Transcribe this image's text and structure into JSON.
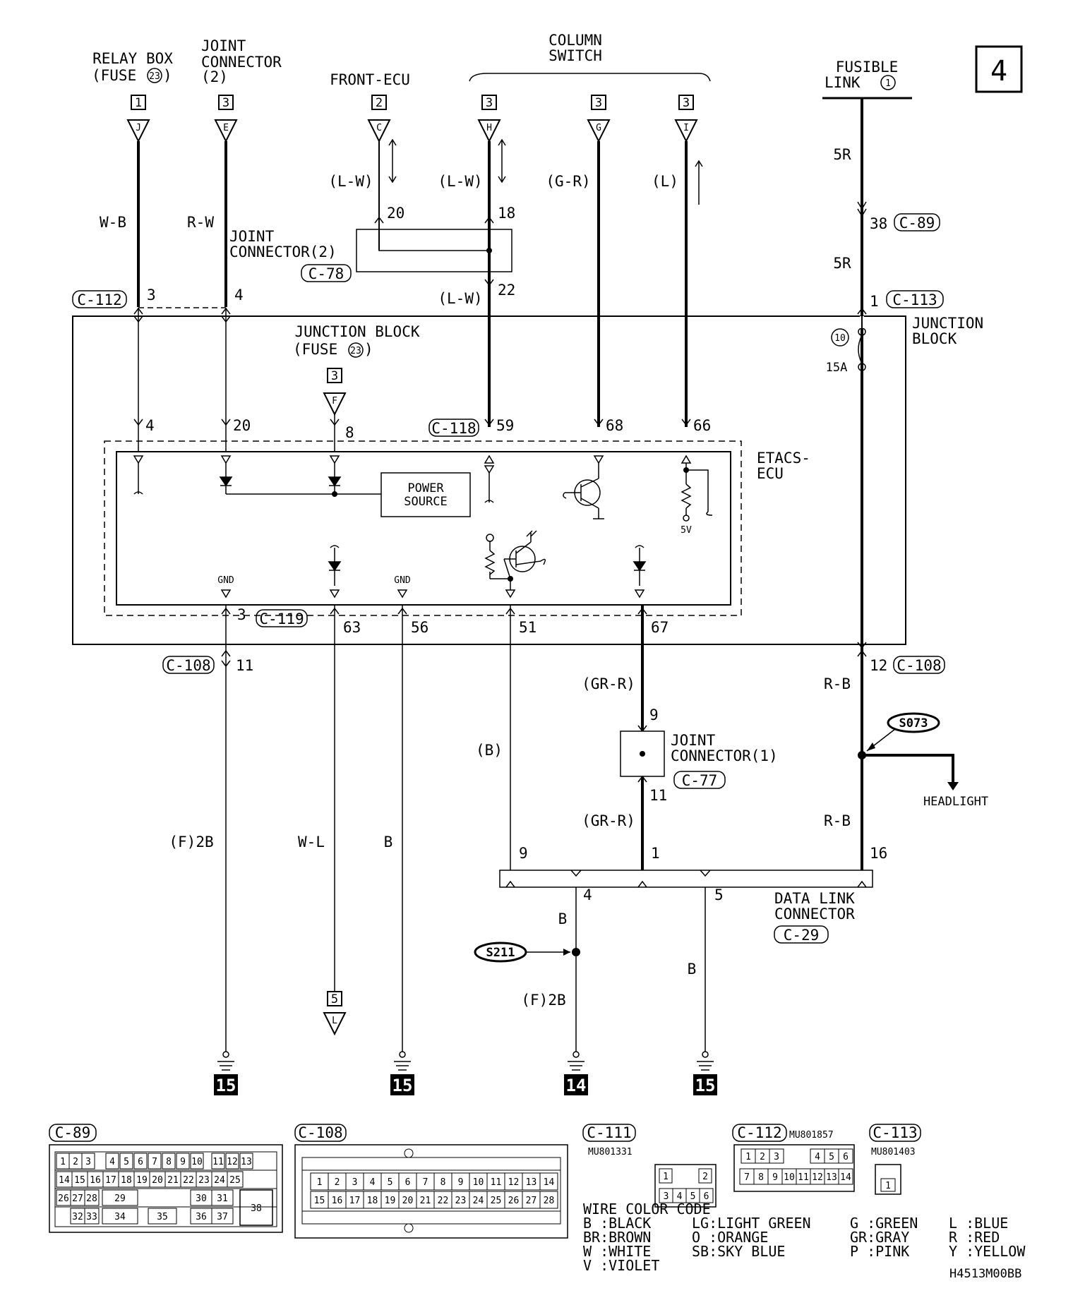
{
  "page_number": "4",
  "diagram_code": "H4513M00BB",
  "top": {
    "relay_box": {
      "line1": "RELAY BOX",
      "line2": "(FUSE",
      "fuse": "23",
      "close": ")",
      "box": "1",
      "letter": "J"
    },
    "joint_connector": {
      "line1": "JOINT",
      "line2": "CONNECTOR",
      "line3": "(2)",
      "box": "3",
      "letter": "E"
    },
    "front_ecu": {
      "label": "FRONT-ECU",
      "box": "2",
      "letter": "C"
    },
    "column_switch": {
      "line1": "COLUMN",
      "line2": "SWITCH",
      "boxes": [
        "3",
        "3",
        "3"
      ],
      "letters": [
        "H",
        "G",
        "I"
      ]
    },
    "fusible_link": {
      "line1": "FUSIBLE",
      "line2": "LINK",
      "num": "1"
    }
  },
  "wires": {
    "wb": "W-B",
    "rw": "R-W",
    "lw1": "(L-W)",
    "lw2": "(L-W)",
    "lw3": "(L-W)",
    "gr": "(G-R)",
    "l": "(L)",
    "r5a": "5R",
    "r5b": "5R",
    "grr1": "(GR-R)",
    "grr2": "(GR-R)",
    "b_paren": "(B)",
    "rb1": "R-B",
    "rb2": "R-B",
    "f2b1": "(F)2B",
    "wl": "W-L",
    "b1": "B",
    "b2": "B",
    "f2b2": "(F)2B",
    "b3": "B"
  },
  "pins": {
    "p3a": "3",
    "p4a": "4",
    "p20a": "20",
    "p18a": "18",
    "p22": "22",
    "p38": "38",
    "p1a": "1",
    "p4b": "4",
    "p20b": "20",
    "p8": "8",
    "p59": "59",
    "p68": "68",
    "p66": "66",
    "p3b": "3",
    "p63": "63",
    "p56": "56",
    "p51": "51",
    "p67": "67",
    "p11a": "11",
    "p12": "12",
    "p9a": "9",
    "p11b": "11",
    "p9b": "9",
    "p1b": "1",
    "p16": "16",
    "p4c": "4",
    "p5": "5"
  },
  "connectors": {
    "c89": "C-89",
    "c112": "C-112",
    "c113": "C-113",
    "c78": "C-78",
    "c118": "C-118",
    "c119": "C-119",
    "c108a": "C-108",
    "c108b": "C-108",
    "c77": "C-77",
    "c29": "C-29"
  },
  "labels": {
    "joint_connector_2_l1": "JOINT",
    "joint_connector_2_l2": "CONNECTOR(2)",
    "jb_center_l1": "JUNCTION BLOCK",
    "jb_center_l2": "(FUSE",
    "jb_center_fuse": "23",
    "jb_center_close": ")",
    "jb_center_box": "3",
    "jb_center_letter": "F",
    "jb_right_l1": "JUNCTION",
    "jb_right_l2": "BLOCK",
    "fuse_num": "10",
    "fuse_amp": "15A",
    "etacs_l1": "ETACS-",
    "etacs_l2": "ECU",
    "power_l1": "POWER",
    "power_l2": "SOURCE",
    "gnd1": "GND",
    "gnd2": "GND",
    "v5": "5V",
    "joint1_l1": "JOINT",
    "joint1_l2": "CONNECTOR(1)",
    "s073": "S073",
    "s211": "S211",
    "headlight": "HEADLIGHT",
    "dlc_l1": "DATA LINK",
    "dlc_l2": "CONNECTOR",
    "ground_15": "15",
    "ground_14": "14",
    "ref_box": "5",
    "ref_letter": "L"
  },
  "bottom": {
    "c89_title": "C-89",
    "c108_title": "C-108",
    "c111_title": "C-111",
    "c112_title": "C-112",
    "c113_title": "C-113",
    "c111_part": "MU801331",
    "c112_part": "MU801857",
    "c113_part": "MU801403",
    "c89_row1": [
      "1",
      "2",
      "3",
      "4",
      "5",
      "6",
      "7",
      "8",
      "9",
      "10",
      "11",
      "12",
      "13"
    ],
    "c89_row2": [
      "14",
      "15",
      "16",
      "17",
      "18",
      "19",
      "20",
      "21",
      "22",
      "23",
      "24",
      "25"
    ],
    "c89_row3": [
      "26",
      "27",
      "28",
      "29",
      "30",
      "31",
      "38"
    ],
    "c89_row4": [
      "32",
      "33",
      "34",
      "35",
      "36",
      "37"
    ],
    "c108_row1": [
      "1",
      "2",
      "3",
      "4",
      "5",
      "6",
      "7",
      "8",
      "9",
      "10",
      "11",
      "12",
      "13",
      "14"
    ],
    "c108_row2": [
      "15",
      "16",
      "17",
      "18",
      "19",
      "20",
      "21",
      "22",
      "23",
      "24",
      "25",
      "26",
      "27",
      "28"
    ],
    "c111_row1": [
      "1",
      "2"
    ],
    "c111_row2": [
      "3",
      "4",
      "5",
      "6"
    ],
    "c112_row1": [
      "1",
      "2",
      "3",
      "4",
      "5",
      "6"
    ],
    "c112_row2": [
      "7",
      "8",
      "9",
      "10",
      "11",
      "12",
      "13",
      "14"
    ],
    "c113_pin": "1"
  },
  "wire_color_code": {
    "title": "WIRE COLOR CODE",
    "col1": [
      "B :BLACK",
      "BR:BROWN",
      "W :WHITE",
      "V :VIOLET"
    ],
    "col2": [
      "LG:LIGHT GREEN",
      "O :ORANGE",
      "SB:SKY BLUE"
    ],
    "col3": [
      "G :GREEN",
      "GR:GRAY",
      "P :PINK"
    ],
    "col4": [
      "L :BLUE",
      "R :RED",
      "Y :YELLOW"
    ]
  }
}
